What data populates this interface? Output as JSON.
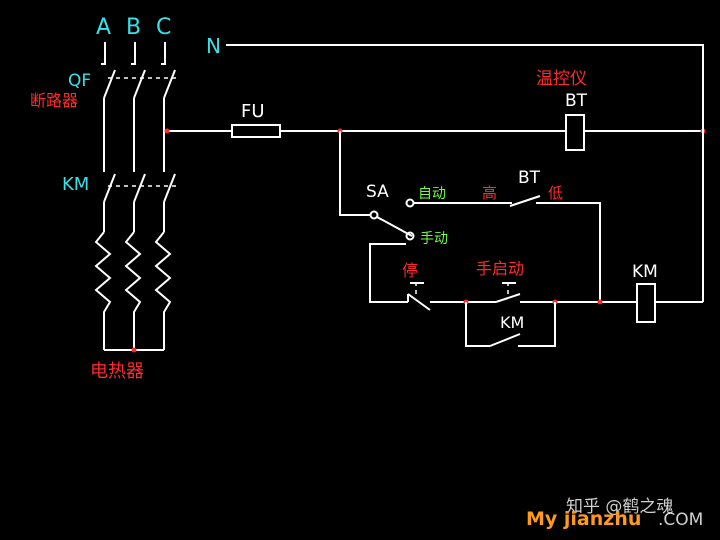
{
  "diagram": {
    "phase_a": "A",
    "phase_b": "B",
    "phase_c": "C",
    "neutral": "N",
    "qf": "QF",
    "breaker": "断路器",
    "km_main": "KM",
    "heater": "电热器",
    "fuse": "FU",
    "temp_controller": "温控仪",
    "bt_coil": "BT",
    "sa": "SA",
    "auto": "自动",
    "high": "高",
    "bt_contact": "BT",
    "low": "低",
    "manual": "手动",
    "stop": "停",
    "manual_start": "手启动",
    "km_aux": "KM",
    "km_coil": "KM"
  },
  "watermark": {
    "zhihu": "知乎 @鹤之魂",
    "site_a": "My jianzhu",
    "site_b": ".COM"
  },
  "colors": {
    "wire": "#ffffff",
    "phase_label": "#38e0e8",
    "chinese_label": "#ff2a2a",
    "switch_label": "#6dff3a"
  }
}
